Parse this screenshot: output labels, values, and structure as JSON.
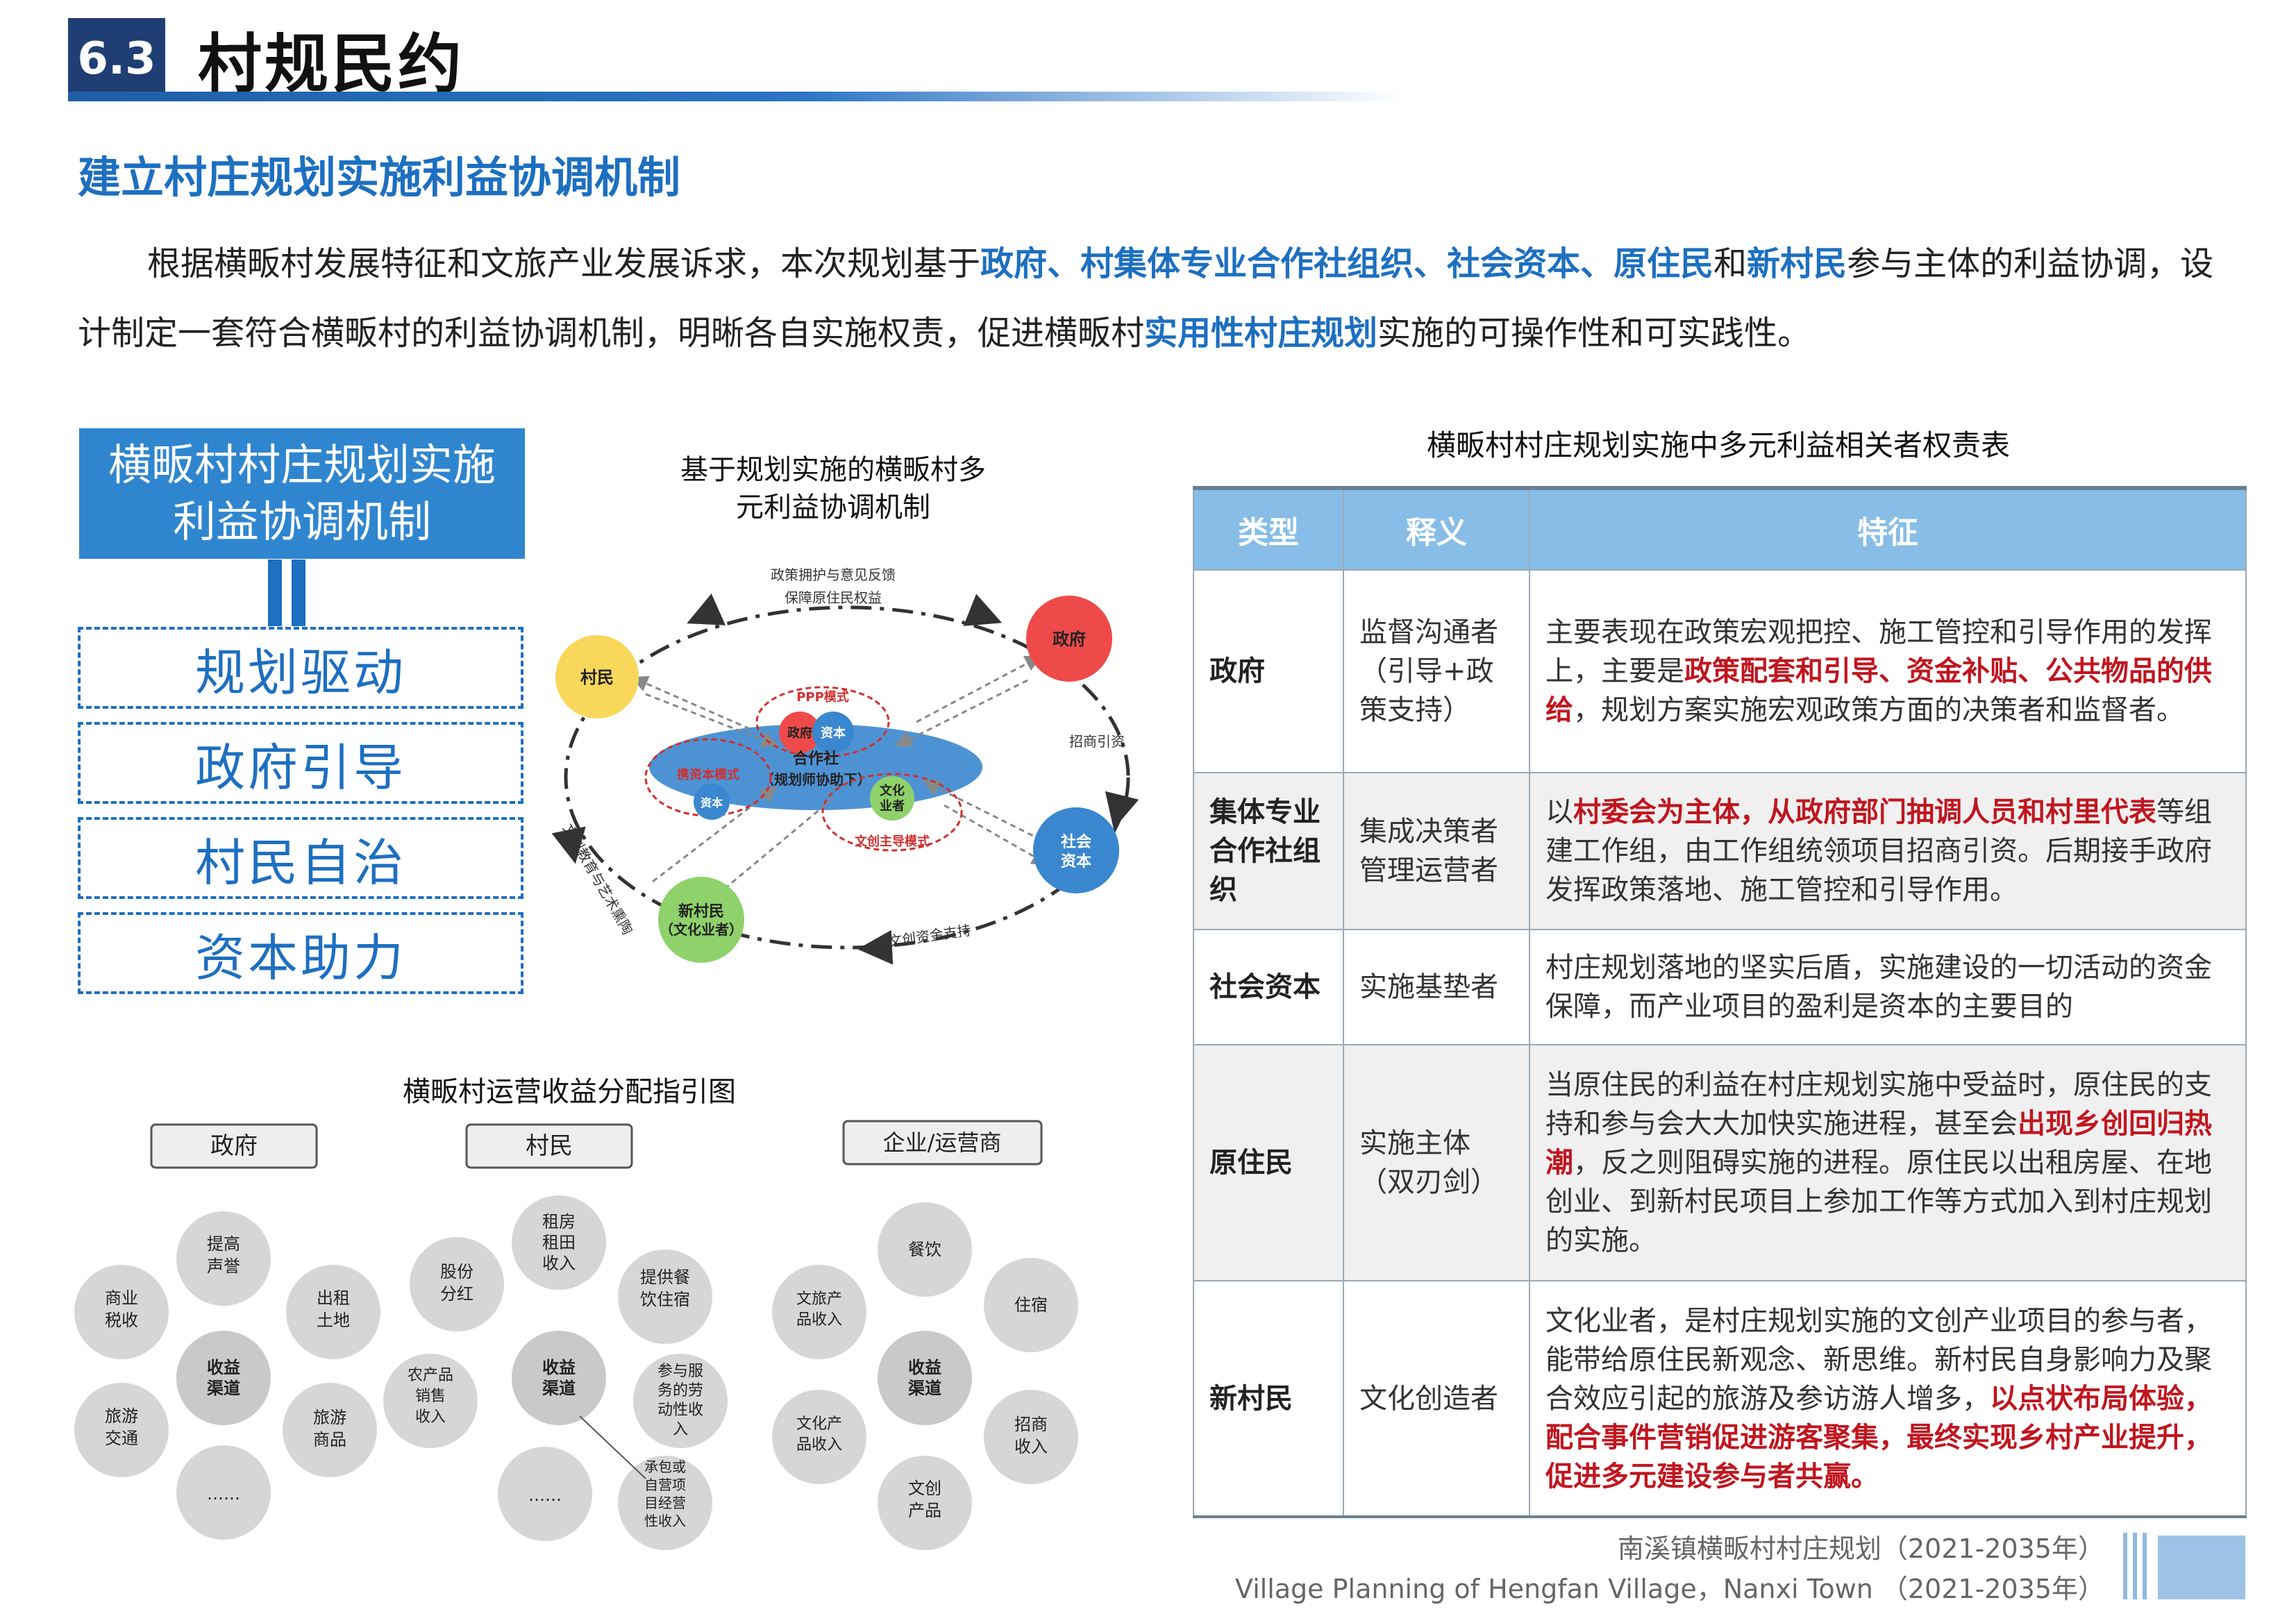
{
  "header": {
    "section_number": "6.3",
    "section_title": "村规民约"
  },
  "subheading": "建立村庄规划实施利益协调机制",
  "intro": {
    "p1": "根据横畈村发展特征和文旅产业发展诉求，本次规划基于",
    "h1": "政府、村集体专业合作社组织、社会资本、原住民",
    "p2": "和",
    "h2": "新村民",
    "p3": "参与主体的利益协调，设计制定一套符合横畈村的利益协调机制，明晰各自实施权责，促进横畈村",
    "h3": "实用性村庄规划",
    "p4": "实施的可操作性和可实践性。"
  },
  "mechanism": {
    "title": "横畈村村庄规划实施利益协调机制",
    "items": [
      "规划驱动",
      "政府引导",
      "村民自治",
      "资本助力"
    ]
  },
  "cycle_diagram": {
    "caption_line1": "基于规划实施的横畈村多",
    "caption_line2": "元利益协调机制",
    "nodes": {
      "villager": "村民",
      "government": "政府",
      "social_capital_1": "社会",
      "social_capital_2": "资本",
      "new_villager_1": "新村民",
      "new_villager_2": "（文化业者）",
      "coop_1": "合作社",
      "coop_2": "（规划师协助下）",
      "ppp": "PPP模式",
      "ppp_gov": "政府",
      "ppp_capital": "资本",
      "capital_mode": "携资本模式",
      "capital_small": "资本",
      "culture_1": "文化",
      "culture_2": "业者",
      "culture_mode": "文创主导模式"
    },
    "arcs": {
      "top_1": "政策拥护与意见反馈",
      "top_2": "保障原住民权益",
      "right": "招商引资",
      "bottom": "文创资金支持",
      "left": "文创教育与艺术熏陶"
    }
  },
  "income_diagram": {
    "caption": "横畈村运营收益分配指引图",
    "center_label": "收益渠道",
    "groups": [
      {
        "name": "政府",
        "items": [
          "提高声誉",
          "出租土地",
          "旅游商品",
          "……",
          "旅游交通",
          "商业税收"
        ]
      },
      {
        "name": "村民",
        "items": [
          "租房租田收入",
          "提供餐饮住宿",
          "参与服务的劳动性收入",
          "承包或自营项目经营性收入",
          "……",
          "农产品销售收入",
          "股份分红"
        ]
      },
      {
        "name": "企业/运营商",
        "items": [
          "餐饮",
          "住宿",
          "招商收入",
          "文创产品",
          "文化产品收入",
          "文旅产品收入"
        ]
      }
    ]
  },
  "table": {
    "title": "横畈村村庄规划实施中多元利益相关者权责表",
    "headers": [
      "类型",
      "释义",
      "特征"
    ],
    "rows": [
      {
        "type": "政府",
        "meaning": "监督沟通者（引导+政策支持）",
        "f1": "主要表现在政策宏观把控、施工管控和引导作用的发挥上，主要是",
        "f2": "政策配套和引导、资金补贴、公共物品的供给",
        "f3": "，规划方案实施宏观政策方面的决策者和监督者。"
      },
      {
        "type": "集体专业合作社组织",
        "meaning": "集成决策者管理运营者",
        "f1": "以",
        "f2": "村委会为主体，从政府部门抽调人员和村里代表",
        "f3": "等组建工作组，由工作组统领项目招商引资。后期接手政府发挥政策落地、施工管控和引导作用。"
      },
      {
        "type": "社会资本",
        "meaning": "实施基垫者",
        "f1": "村庄规划落地的坚实后盾，实施建设的一切活动的资金保障，而产业项目的盈利是资本的主要目的",
        "f2": "",
        "f3": ""
      },
      {
        "type": "原住民",
        "meaning": "实施主体（双刃剑）",
        "f1": "当原住民的利益在村庄规划实施中受益时，原住民的支持和参与会大大加快实施进程，甚至会",
        "f2": "出现乡创回归热潮",
        "f3": "，反之则阻碍实施的进程。原住民以出租房屋、在地创业、到新村民项目上参加工作等方式加入到村庄规划的实施。"
      },
      {
        "type": "新村民",
        "meaning": "文化创造者",
        "f1": "文化业者，是村庄规划实施的文创产业项目的参与者，能带给原住民新观念、新思维。新村民自身影响力及聚合效应引起的旅游及参访游人增多，",
        "f2": "以点状布局体验，配合事件营销促进游客聚集，最终实现乡村产业提升，促进多元建设参与者共赢。",
        "f3": ""
      }
    ]
  },
  "footer": {
    "cn": "南溪镇横畈村村庄规划（2021-2035年）",
    "en": "Village Planning of Hengfan Village，Nanxi Town （2021-2035年）"
  }
}
